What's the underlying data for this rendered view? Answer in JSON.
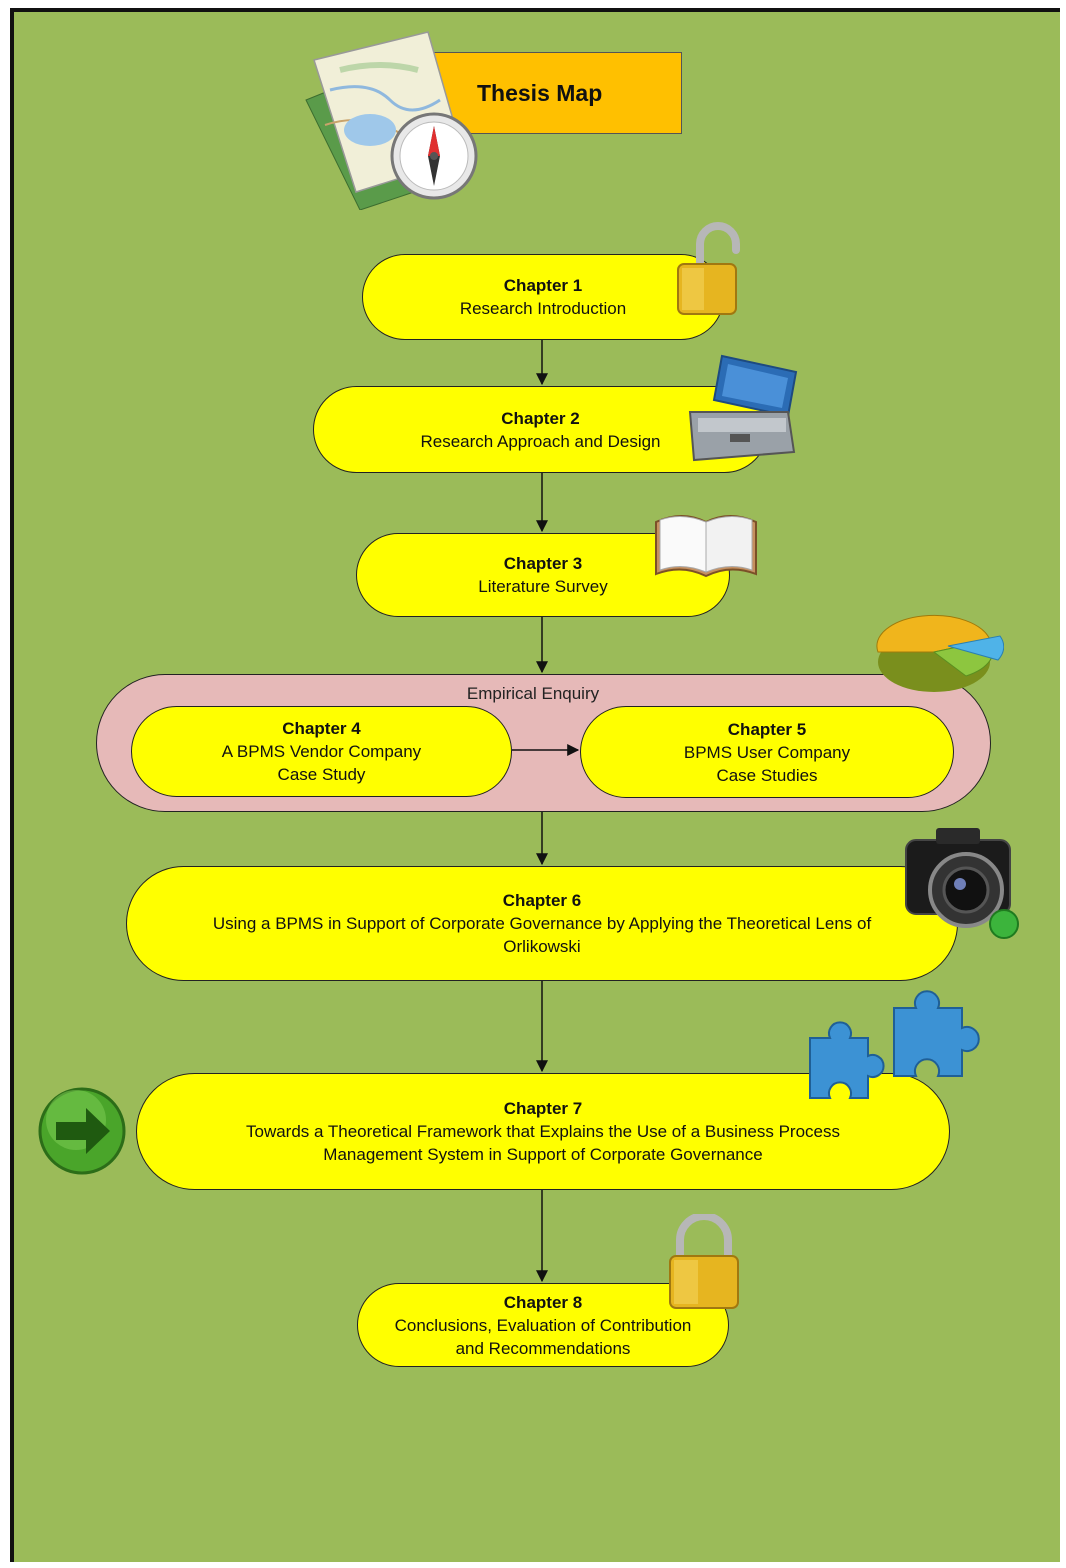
{
  "title": "Thesis Map",
  "chapters": [
    {
      "heading": "Chapter 1",
      "lines": [
        "Research Introduction"
      ]
    },
    {
      "heading": "Chapter 2",
      "lines": [
        "Research Approach and Design"
      ]
    },
    {
      "heading": "Chapter 3",
      "lines": [
        "Literature Survey"
      ]
    },
    {
      "heading": "Chapter 4",
      "lines": [
        "A BPMS Vendor Company",
        "Case Study"
      ]
    },
    {
      "heading": "Chapter 5",
      "lines": [
        "BPMS User Company",
        "Case Studies"
      ]
    },
    {
      "heading": "Chapter 6",
      "lines": [
        "Using a BPMS in Support of Corporate Governance by Applying the Theoretical Lens of",
        "Orlikowski"
      ]
    },
    {
      "heading": "Chapter 7",
      "lines": [
        "Towards a Theoretical Framework that Explains the Use of a Business Process",
        "Management System in Support of Corporate Governance"
      ]
    },
    {
      "heading": "Chapter 8",
      "lines": [
        "Conclusions, Evaluation of Contribution",
        "and Recommendations"
      ]
    }
  ],
  "group": {
    "label": "Empirical Enquiry"
  },
  "icons": [
    "map-compass-icon",
    "unlocked-padlock-icon",
    "toolbox-icon",
    "open-book-icon",
    "pie-chart-icon",
    "camera-icon",
    "puzzle-pieces-icon",
    "green-arrow-icon",
    "locked-padlock-icon"
  ],
  "colors": {
    "background": "#9bbb59",
    "node": "#ffff00",
    "group": "#e6b9b8",
    "title": "#ffc000"
  }
}
